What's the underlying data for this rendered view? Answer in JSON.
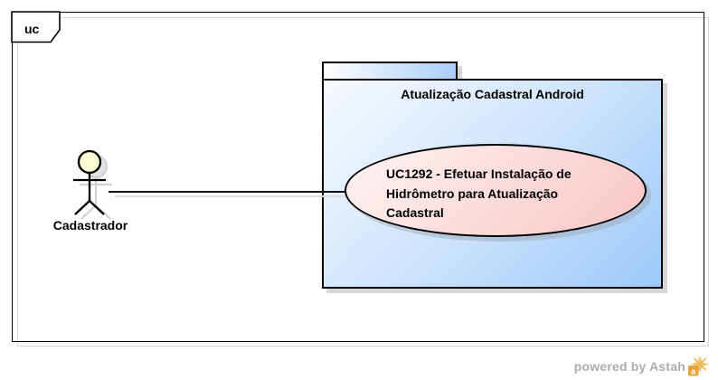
{
  "diagram": {
    "type": "uml-use-case-diagram",
    "frame_label": "uc",
    "actor": {
      "name": "Cadastrador"
    },
    "package": {
      "name": "Atualização Cadastral Android"
    },
    "usecase": {
      "name": "UC1292 - Efetuar Instalação de Hidrômetro para Atualização Cadastral",
      "lines": [
        "UC1292 - Efetuar Instalação de",
        "Hidrômetro para Atualização",
        "Cadastral"
      ]
    },
    "relations": [
      {
        "from": "Cadastrador",
        "to": "UC1292 - Efetuar Instalação de Hidrômetro para Atualização Cadastral",
        "type": "association"
      }
    ]
  },
  "watermark": {
    "text": "powered by Astah",
    "logo": "astah-logo"
  },
  "colors": {
    "package_gradient_start": "#f7faff",
    "package_gradient_end": "#9cc9f8",
    "package_tab_gradient_end": "#a9cef9",
    "usecase_gradient_start": "#fdf4f3",
    "usecase_gradient_end": "#f7c6c5",
    "actor_head_fill": "#fdfcd2",
    "stroke": "#000000",
    "shadow": "#d6d6d6",
    "watermark_text": "#adadad",
    "watermark_logo_orange": "#e9a13b"
  }
}
